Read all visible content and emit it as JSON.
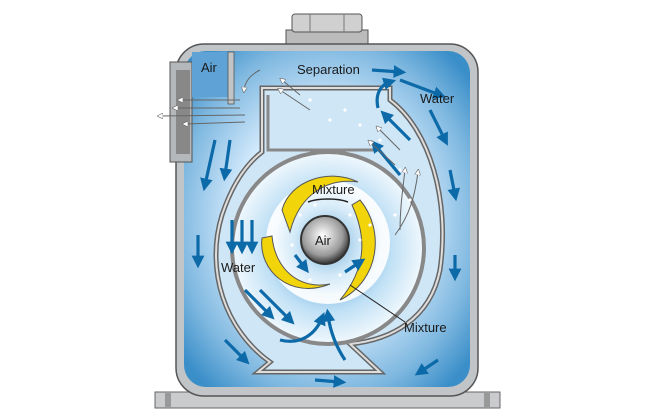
{
  "labels": {
    "air_top": "Air",
    "separation": "Separation",
    "water_right": "Water",
    "mixture_center": "Mixture",
    "air_hub": "Air",
    "water_left": "Water",
    "mixture_bottom": "Mixture"
  },
  "colors": {
    "water": "#0d6aa8",
    "housing": "#b9bcc0",
    "impeller": "#f2d40a",
    "fluid_light": "#e8f4fb",
    "fluid_dark": "#3b8fc9"
  }
}
